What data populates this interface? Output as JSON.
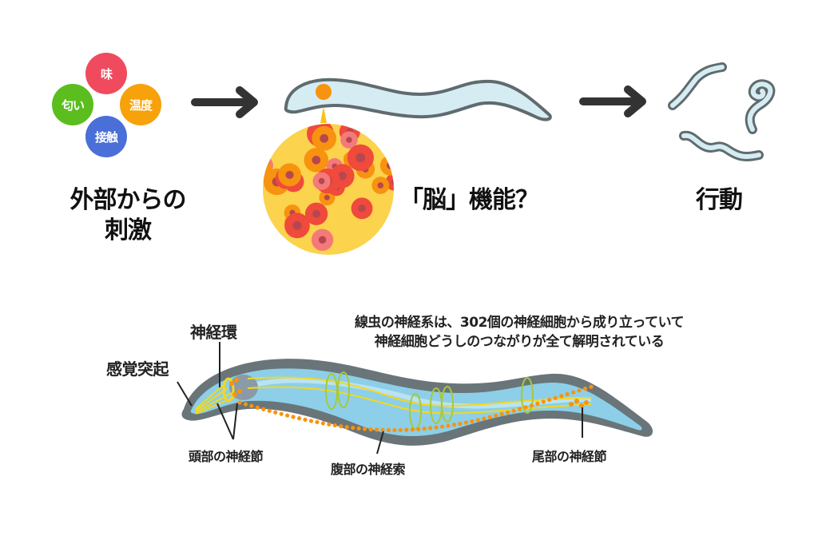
{
  "stimuli": {
    "items": [
      {
        "label": "味",
        "color": "#f04a5e"
      },
      {
        "label": "匂い",
        "color": "#5bbd1e"
      },
      {
        "label": "温度",
        "color": "#f7a20a"
      },
      {
        "label": "接触",
        "color": "#4a6fd8"
      }
    ],
    "caption_line1": "外部からの",
    "caption_line2": "刺激"
  },
  "brain": {
    "caption": "「脳」機能？"
  },
  "behavior": {
    "caption": "行動"
  },
  "anatomy": {
    "description_line1": "線虫の神経系は、302個の神経細胞から成り立っていて",
    "description_line2": "神経細胞どうしのつながりが全て解明されている",
    "labels": {
      "nerve_ring": "神経環",
      "sensory_projection": "感覚突起",
      "head_ganglion": "頭部の神経節",
      "ventral_nerve_cord": "腹部の神経索",
      "tail_ganglion": "尾部の神経節"
    },
    "neuron_count": 302
  },
  "colors": {
    "arrow": "#333333",
    "worm_fill": "#d6ecf3",
    "worm_outline": "#5f6b6e",
    "neuron_orange": "#f7930f",
    "nerve_yellow": "#f3d81e",
    "body_blue": "#8dcfe8"
  }
}
